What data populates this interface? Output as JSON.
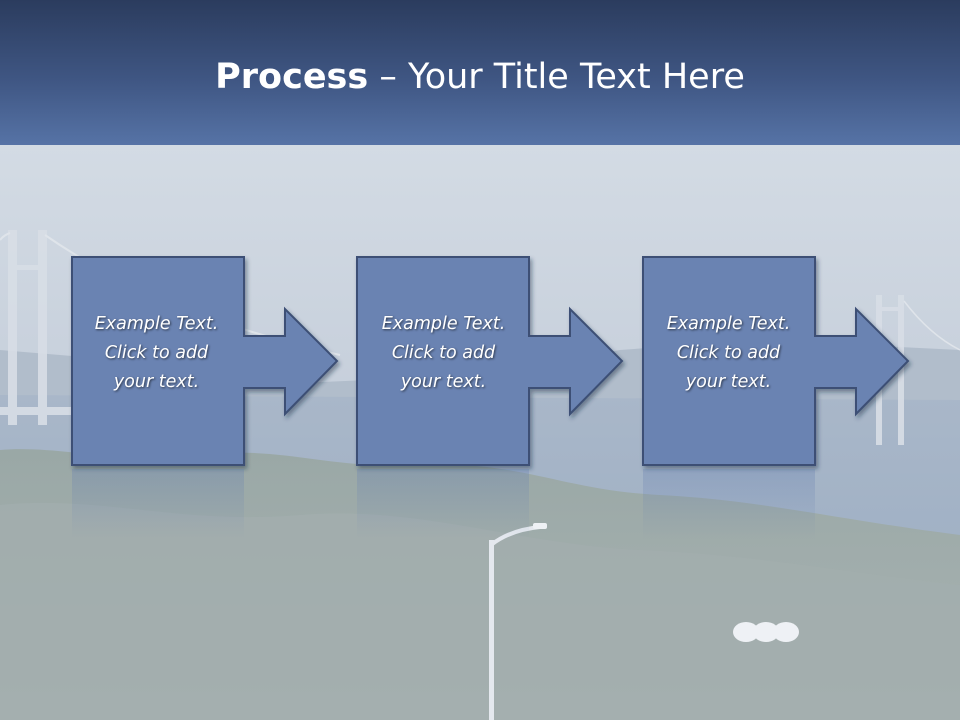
{
  "title": {
    "bold": "Process",
    "rest": " – Your Title Text Here"
  },
  "steps": [
    {
      "line1": "Example Text.",
      "line2": "Click  to add",
      "line3": "your text."
    },
    {
      "line1": "Example Text.",
      "line2": "Click  to add",
      "line3": "your text."
    },
    {
      "line1": "Example Text.",
      "line2": "Click  to add",
      "line3": "your text."
    }
  ],
  "colors": {
    "box_fill": "#6a83b2",
    "box_stroke": "#3c4f75",
    "header_top": "#2b3c5e",
    "header_bottom": "#5673a6"
  }
}
